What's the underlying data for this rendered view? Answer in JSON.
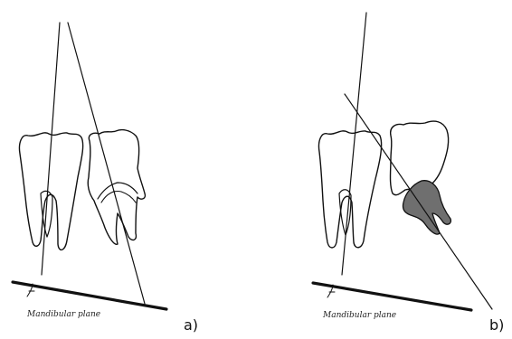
{
  "panels": [
    {
      "id": "a",
      "label": "a)",
      "plane_label": "Mandibular plane"
    },
    {
      "id": "b",
      "label": "b)",
      "plane_label": "Mandibular plane"
    }
  ],
  "colors": {
    "outline": "#111111",
    "impacted_crown_fill": "#6f6f6f"
  }
}
